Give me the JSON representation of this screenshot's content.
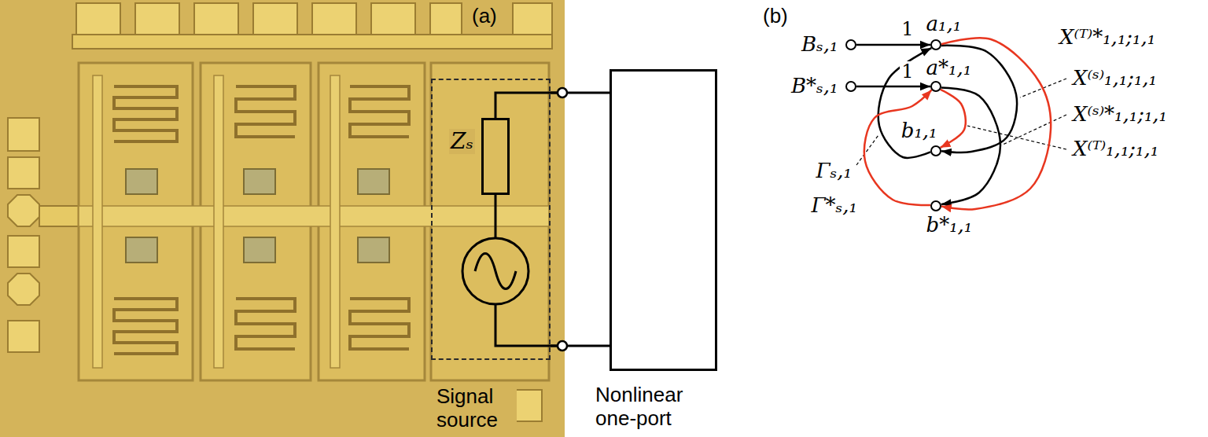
{
  "diagram": {
    "nodes": [
      {
        "text": [
          "Signal source"
        ]
      },
      {
        "text": [
          "Zₛ"
        ],
        "in": 0
      },
      {
        "text": [
          "Nonlinear one-port"
        ]
      },
      {
        "text": [
          "Bₛ,₁"
        ]
      },
      {
        "text": [
          "a₁,₁"
        ]
      },
      {
        "text": [
          "B*ₛ,₁"
        ]
      },
      {
        "text": [
          "a*₁,₁"
        ]
      },
      {
        "text": [
          "b₁,₁"
        ]
      },
      {
        "text": [
          "b*₁,₁"
        ]
      }
    ],
    "edges": [
      {
        "from": 0,
        "to": 2,
        "arrow": "none"
      },
      {
        "from": 0,
        "to": 2,
        "arrow": "none"
      },
      {
        "from": 3,
        "to": 4,
        "arrow": "to",
        "label": "1"
      },
      {
        "from": 5,
        "to": 6,
        "arrow": "to",
        "label": "1"
      },
      {
        "from": 7,
        "to": 4,
        "arrow": "to",
        "label": "Γₛ,₁"
      },
      {
        "from": 8,
        "to": 6,
        "arrow": "to",
        "label": "Γ*ₛ,₁"
      },
      {
        "from": 4,
        "to": 7,
        "arrow": "to",
        "label": "X⁽ˢ⁾₁,₁;₁,₁"
      },
      {
        "from": 6,
        "to": 8,
        "arrow": "to",
        "label": "X⁽ˢ⁾*₁,₁;₁,₁"
      },
      {
        "from": 6,
        "to": 7,
        "arrow": "to",
        "label": "X⁽ᵀ⁾₁,₁;₁,₁"
      },
      {
        "from": 4,
        "to": 8,
        "arrow": "to",
        "label": "X⁽ᵀ⁾*₁,₁;₁,₁"
      }
    ],
    "labels": [
      "(a)",
      "(b)"
    ]
  }
}
